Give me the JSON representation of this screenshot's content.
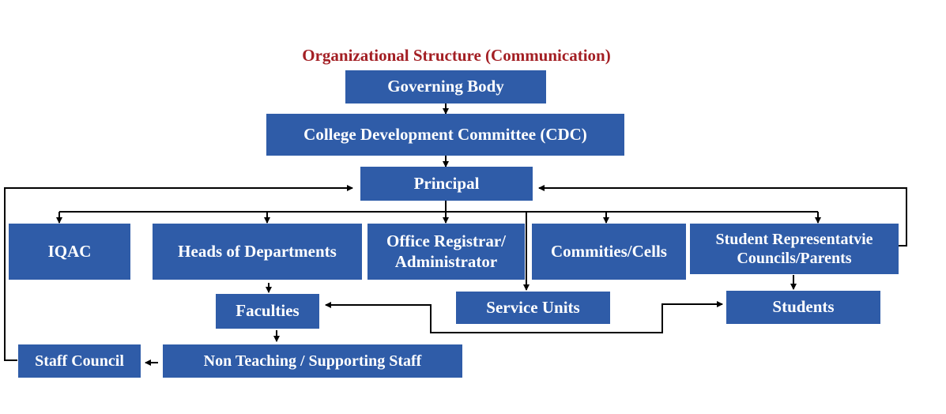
{
  "diagram": {
    "title": "Organizational Structure (Communication)",
    "nodes": {
      "governing_body": "Governing Body",
      "cdc": "College Development Committee (CDC)",
      "principal": "Principal",
      "iqac": "IQAC",
      "heads_of_departments": "Heads of Departments",
      "office_registrar_line1": "Office Registrar/",
      "office_registrar_line2": "Administrator",
      "committees_cells": "Commities/Cells",
      "student_rep_line1": "Student Representatvie",
      "student_rep_line2": "Councils/Parents",
      "faculties": "Faculties",
      "service_units": "Service Units",
      "students": "Students",
      "staff_council": "Staff Council",
      "non_teaching_staff": "Non Teaching / Supporting Staff"
    },
    "colors": {
      "box_fill": "#2f5ca8",
      "box_text": "#ffffff",
      "title": "#a31f24",
      "connector": "#000000"
    }
  }
}
